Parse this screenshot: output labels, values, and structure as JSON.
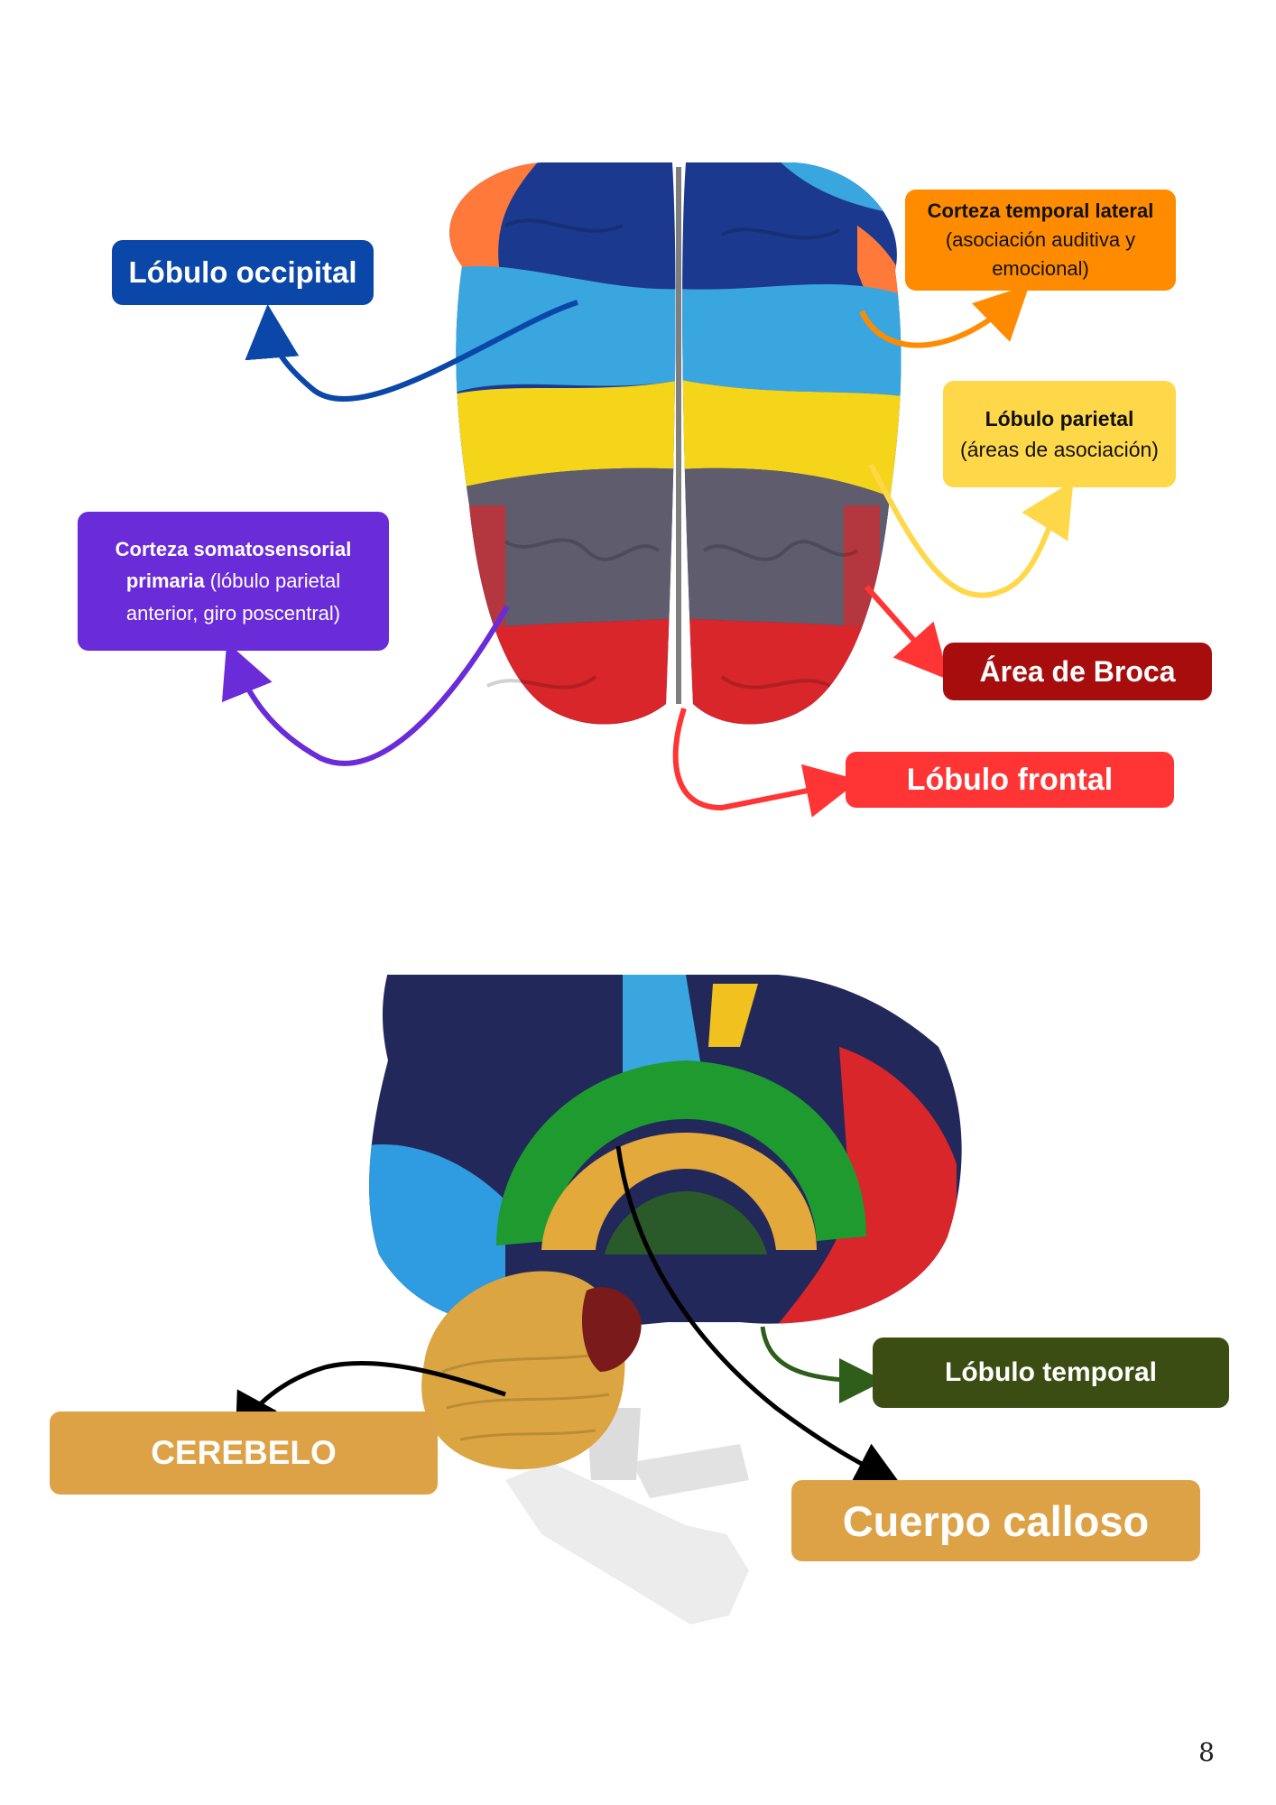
{
  "colors": {
    "occipital": "#0a47a8",
    "temporal_lateral": "#ff8c00",
    "parietal": "#ffd84a",
    "somatosensorial": "#6a2bd9",
    "broca": "#a80d0d",
    "frontal": "#ff3434",
    "temporal_lobe": "#3b4d12",
    "cerebelo": "#dda246",
    "calloso": "#dda246"
  },
  "labels": {
    "occipital": {
      "title": "Lóbulo occipital"
    },
    "temporal_lateral": {
      "bold": "Corteza temporal lateral",
      "rest": " (asociación auditiva y emocional)"
    },
    "parietal": {
      "bold": "Lóbulo parietal",
      "rest": "(áreas de asociación)"
    },
    "somatosensorial": {
      "bold": "Corteza somatosensorial primaria",
      "rest": " (lóbulo parietal anterior, giro poscentral)"
    },
    "broca": {
      "title": "Área de Broca"
    },
    "frontal": {
      "title": "Lóbulo frontal"
    },
    "temporal_lobe": {
      "title": "Lóbulo temporal"
    },
    "cerebelo": {
      "title": "CEREBELO"
    },
    "calloso": {
      "title": "Cuerpo calloso"
    }
  },
  "page_number": "8"
}
